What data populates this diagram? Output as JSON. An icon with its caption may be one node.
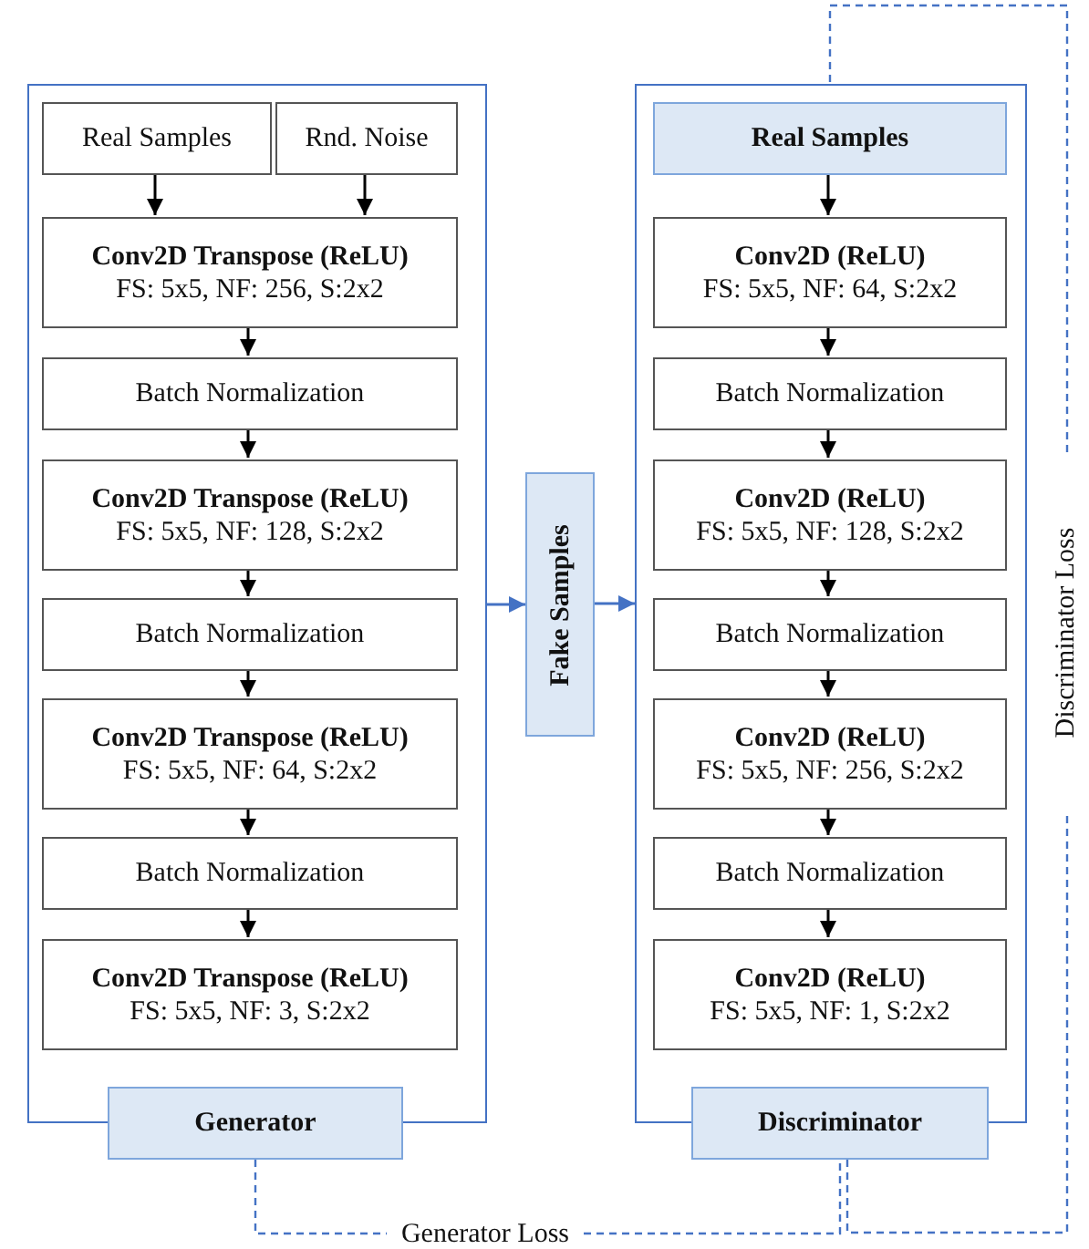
{
  "diagram": {
    "nodes": [
      {
        "text": [],
        "shape": "box"
      },
      {
        "text": [
          "Real Samples"
        ],
        "in": 0
      },
      {
        "text": [
          "Rnd. Noise"
        ],
        "in": 0
      },
      {
        "text": [
          "Conv2D Transpose (ReLU)",
          "FS: 5x5, NF: 256, S:2x2"
        ],
        "in": 0
      },
      {
        "text": [
          "Batch Normalization"
        ],
        "in": 0
      },
      {
        "text": [
          "Conv2D Transpose (ReLU)",
          "FS: 5x5, NF: 128, S:2x2"
        ],
        "in": 0
      },
      {
        "text": [
          "Batch Normalization"
        ],
        "in": 0
      },
      {
        "text": [
          "Conv2D Transpose (ReLU)",
          "FS: 5x5, NF: 64, S:2x2"
        ],
        "in": 0
      },
      {
        "text": [
          "Batch Normalization"
        ],
        "in": 0
      },
      {
        "text": [
          "Conv2D Transpose (ReLU)",
          "FS: 5x5, NF: 3, S:2x2"
        ],
        "in": 0
      },
      {
        "text": [
          "Generator"
        ]
      },
      {
        "text": [
          "Fake Samples"
        ]
      },
      {
        "text": [],
        "shape": "box"
      },
      {
        "text": [
          "Real Samples"
        ],
        "in": 12
      },
      {
        "text": [
          "Conv2D (ReLU)",
          "FS: 5x5, NF: 64, S:2x2"
        ],
        "in": 12
      },
      {
        "text": [
          "Batch Normalization"
        ],
        "in": 12
      },
      {
        "text": [
          "Conv2D (ReLU)",
          "FS: 5x5, NF: 128, S:2x2"
        ],
        "in": 12
      },
      {
        "text": [
          "Batch Normalization"
        ],
        "in": 12
      },
      {
        "text": [
          "Conv2D (ReLU)",
          "FS: 5x5, NF: 256, S:2x2"
        ],
        "in": 12
      },
      {
        "text": [
          "Batch Normalization"
        ],
        "in": 12
      },
      {
        "text": [
          "Conv2D (ReLU)",
          "FS: 5x5, NF: 1, S:2x2"
        ],
        "in": 12
      },
      {
        "text": [
          "Discriminator"
        ]
      },
      {
        "text": [
          "Generator Loss"
        ]
      },
      {
        "text": [
          "Discriminator Loss"
        ]
      }
    ],
    "edges": [
      {
        "from": 1,
        "to": 3,
        "arrow": "to"
      },
      {
        "from": 2,
        "to": 3,
        "arrow": "to"
      },
      {
        "from": 3,
        "to": 4,
        "arrow": "to"
      },
      {
        "from": 4,
        "to": 5,
        "arrow": "to"
      },
      {
        "from": 5,
        "to": 6,
        "arrow": "to"
      },
      {
        "from": 6,
        "to": 7,
        "arrow": "to"
      },
      {
        "from": 7,
        "to": 8,
        "arrow": "to"
      },
      {
        "from": 8,
        "to": 9,
        "arrow": "to"
      },
      {
        "from": 0,
        "to": 11,
        "arrow": "to",
        "color": "#4472c4"
      },
      {
        "from": 11,
        "to": 12,
        "arrow": "to",
        "color": "#4472c4"
      },
      {
        "from": 13,
        "to": 14,
        "arrow": "to"
      },
      {
        "from": 14,
        "to": 15,
        "arrow": "to"
      },
      {
        "from": 15,
        "to": 16,
        "arrow": "to"
      },
      {
        "from": 16,
        "to": 17,
        "arrow": "to"
      },
      {
        "from": 17,
        "to": 18,
        "arrow": "to"
      },
      {
        "from": 18,
        "to": 19,
        "arrow": "to"
      },
      {
        "from": 19,
        "to": 20,
        "arrow": "to"
      },
      {
        "from": 10,
        "to": 22,
        "arrow": "none",
        "style": "dashed",
        "color": "#4472c4"
      },
      {
        "from": 22,
        "to": 21,
        "arrow": "none",
        "style": "dashed",
        "color": "#4472c4"
      },
      {
        "from": 21,
        "to": 23,
        "arrow": "none",
        "style": "dashed",
        "color": "#4472c4"
      },
      {
        "from": 23,
        "to": 12,
        "arrow": "none",
        "style": "dashed",
        "color": "#4472c4"
      }
    ]
  }
}
